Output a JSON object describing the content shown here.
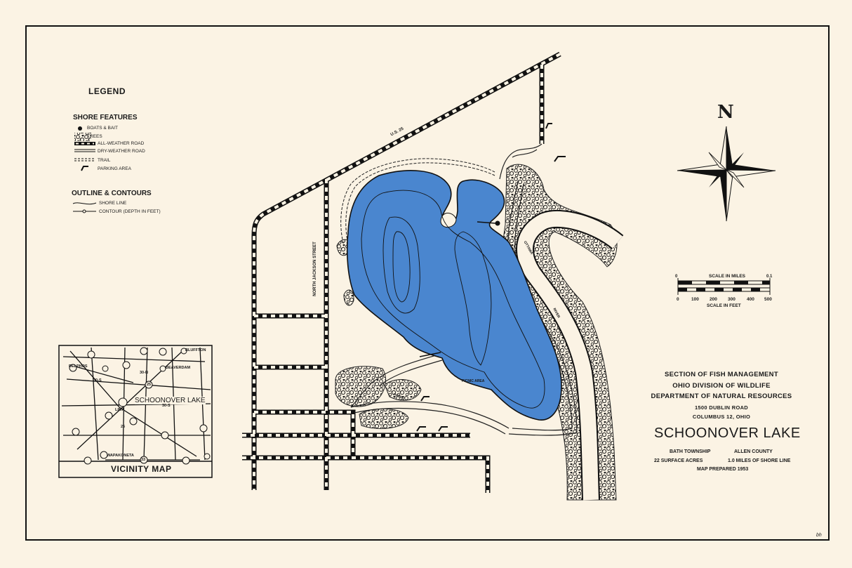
{
  "legend": {
    "title": "LEGEND",
    "shore_features": {
      "heading": "SHORE FEATURES",
      "items": [
        "BOATS & BAIT",
        "TREES",
        "ALL-WEATHER ROAD",
        "DRY-WEATHER ROAD",
        "TRAIL",
        "PARKING AREA"
      ]
    },
    "outline": {
      "heading": "OUTLINE & CONTOURS",
      "items": [
        "SHORE LINE",
        "CONTOUR (DEPTH IN FEET)"
      ]
    }
  },
  "map_labels": {
    "highway": "U.S. 25",
    "street": "NORTH JACKSON STREET",
    "river_1": "OTTAWA",
    "river_2": "RIVER",
    "picnic_1": "PICNIC AREA",
    "picnic_2": "PICNIC"
  },
  "compass": {
    "north": "N"
  },
  "scale": {
    "miles_label": "SCALE IN MILES",
    "miles_ticks": [
      "0",
      "0.1"
    ],
    "feet_ticks": [
      "0",
      "100",
      "200",
      "300",
      "400",
      "500"
    ],
    "feet_label": "SCALE IN FEET"
  },
  "inset": {
    "title": "VICINITY MAP",
    "lake_label": "SCHOONOVER LAKE",
    "towns": [
      "DELPHOS",
      "BEAVERDAM",
      "BLUFFTON",
      "LIMA",
      "WAPAKONETA"
    ],
    "routes": [
      "30-S",
      "30-N",
      "30-S",
      "25",
      "25",
      "33"
    ]
  },
  "info": {
    "line1": "SECTION OF FISH MANAGEMENT",
    "line2": "OHIO DIVISION OF WILDLIFE",
    "line3": "DEPARTMENT OF NATURAL RESOURCES",
    "address1": "1500 DUBLIN ROAD",
    "address2": "COLUMBUS 12, OHIO",
    "lake_name": "SCHOONOVER LAKE",
    "township": "BATH TOWNSHIP",
    "county": "ALLEN COUNTY",
    "acres": "22 SURFACE ACRES",
    "shoreline": "1.0 MILES OF SHORE LINE",
    "prepared": "MAP PREPARED 1953"
  },
  "colors": {
    "paper": "#fbf3e4",
    "lake": "#4a86cf",
    "ink": "#1a1a1a"
  },
  "signature": "bh"
}
